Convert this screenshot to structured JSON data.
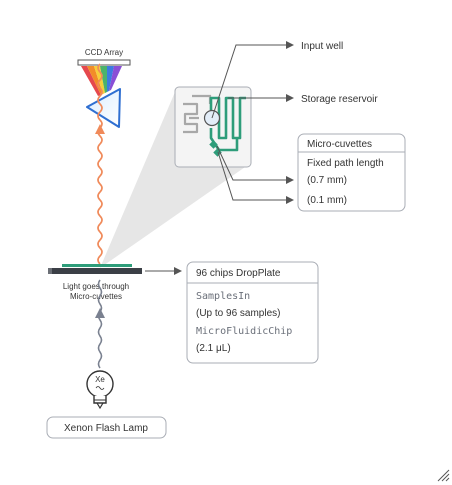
{
  "labels": {
    "ccd": "CCD Array",
    "input_well": "Input well",
    "storage": "Storage reservoir",
    "micro_title": "Micro-cuvettes",
    "micro_line1": "Fixed path length",
    "micro_line2": "(0.7 mm)",
    "micro_line3": "(0.1 mm)",
    "light_line1": "Light goes through",
    "light_line2": "Micro-cuvettes",
    "plate_title": "96 chips DropPlate",
    "samples_code": "SamplesIn",
    "samples_desc": "(Up to 96 samples)",
    "chip_code": "MicroFluidicChip",
    "chip_desc": "(2.1 μL)",
    "bulb": "Xe",
    "lamp": "Xenon Flash Lamp"
  },
  "colors": {
    "accent_green": "#2e9d7a",
    "light_orange": "#f08a5a",
    "arrow_gray": "#7a8190",
    "box_border": "#a9adb5",
    "prism_blue": "#2f6fd1"
  },
  "icons": [
    "prism-icon",
    "spectrum-icon",
    "chip-icon",
    "bulb-icon",
    "resize-grip-icon"
  ]
}
